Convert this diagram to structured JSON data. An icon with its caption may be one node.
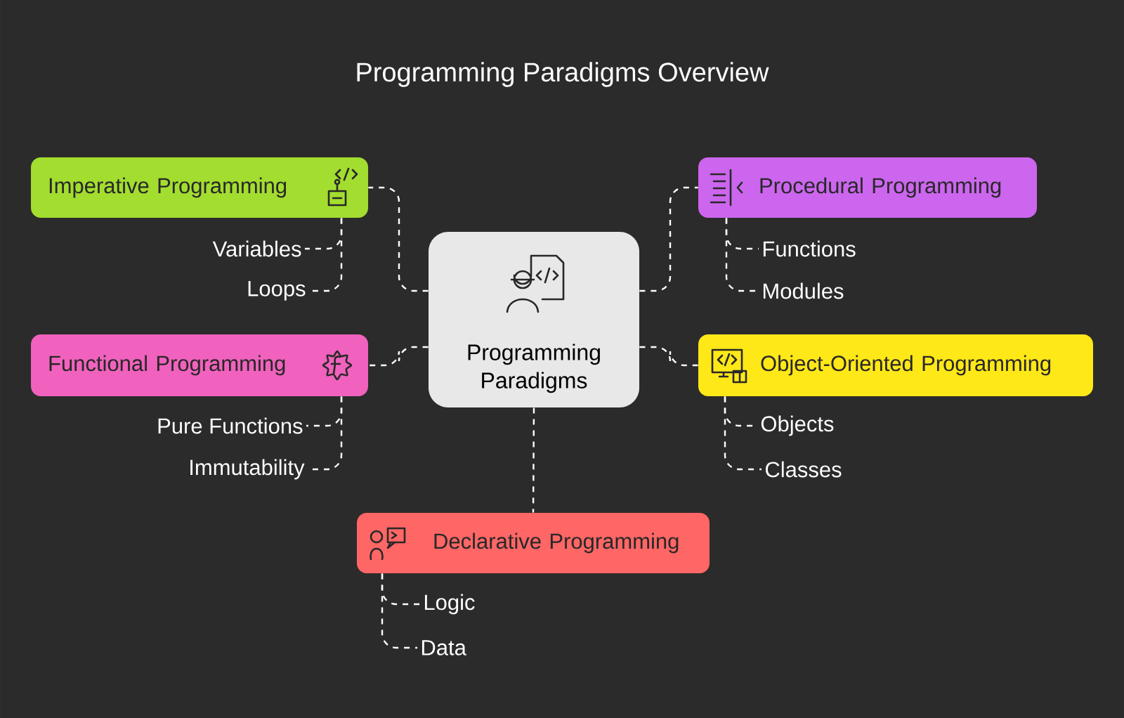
{
  "diagram": {
    "title": "Programming Paradigms Overview",
    "nodes": [
      {
        "text": [
          "Programming Paradigms"
        ]
      },
      {
        "text": [
          "Imperative Programming"
        ]
      },
      {
        "text": [
          "Variables"
        ]
      },
      {
        "text": [
          "Loops"
        ]
      },
      {
        "text": [
          "Procedural Programming"
        ]
      },
      {
        "text": [
          "Functions"
        ]
      },
      {
        "text": [
          "Modules"
        ]
      },
      {
        "text": [
          "Functional Programming"
        ]
      },
      {
        "text": [
          "Pure Functions"
        ]
      },
      {
        "text": [
          "Immutability"
        ]
      },
      {
        "text": [
          "Object-Oriented Programming"
        ]
      },
      {
        "text": [
          "Objects"
        ]
      },
      {
        "text": [
          "Classes"
        ]
      },
      {
        "text": [
          "Declarative Programming"
        ]
      },
      {
        "text": [
          "Logic"
        ]
      },
      {
        "text": [
          "Data"
        ]
      }
    ],
    "edges": [
      {
        "from": 0,
        "to": 1,
        "arrow": "none",
        "style": "dashed"
      },
      {
        "from": 1,
        "to": 2,
        "arrow": "none",
        "style": "dashed"
      },
      {
        "from": 1,
        "to": 3,
        "arrow": "none",
        "style": "dashed"
      },
      {
        "from": 0,
        "to": 4,
        "arrow": "none",
        "style": "dashed"
      },
      {
        "from": 4,
        "to": 5,
        "arrow": "none",
        "style": "dashed"
      },
      {
        "from": 4,
        "to": 6,
        "arrow": "none",
        "style": "dashed"
      },
      {
        "from": 0,
        "to": 7,
        "arrow": "none",
        "style": "dashed"
      },
      {
        "from": 7,
        "to": 8,
        "arrow": "none",
        "style": "dashed"
      },
      {
        "from": 7,
        "to": 9,
        "arrow": "none",
        "style": "dashed"
      },
      {
        "from": 0,
        "to": 10,
        "arrow": "none",
        "style": "dashed"
      },
      {
        "from": 10,
        "to": 11,
        "arrow": "none",
        "style": "dashed"
      },
      {
        "from": 10,
        "to": 12,
        "arrow": "none",
        "style": "dashed"
      },
      {
        "from": 0,
        "to": 13,
        "arrow": "none",
        "style": "dashed"
      },
      {
        "from": 13,
        "to": 14,
        "arrow": "none",
        "style": "dashed"
      },
      {
        "from": 13,
        "to": 15,
        "arrow": "none",
        "style": "dashed"
      }
    ]
  }
}
